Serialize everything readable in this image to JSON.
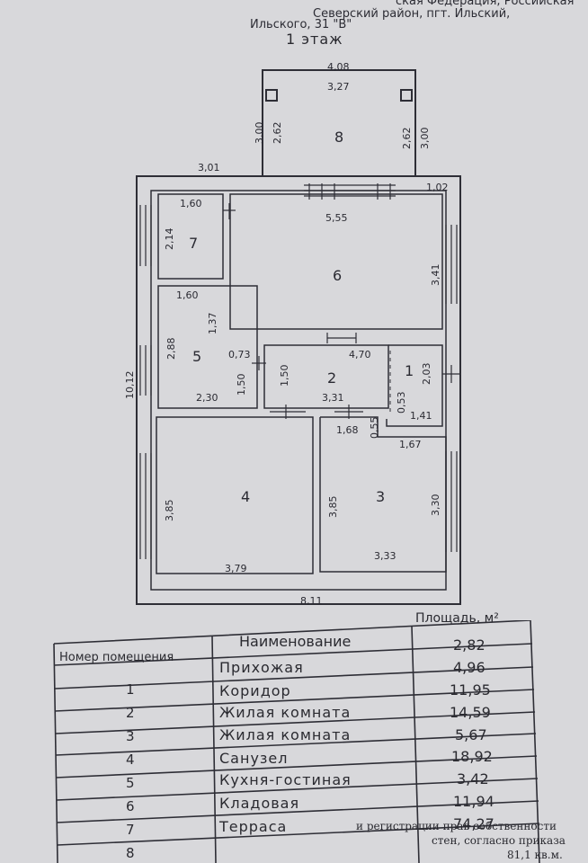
{
  "header": {
    "line1": "ская Федерация, Российская",
    "line2": "Северский район, пгт. Ильский,",
    "line3": "Ильского, 31 \"В\""
  },
  "floor_title": "1 этаж",
  "rooms": {
    "r1": "1",
    "r2": "2",
    "r3": "3",
    "r4": "4",
    "r5": "5",
    "r6": "6",
    "r7": "7",
    "r8": "8"
  },
  "dimensions": {
    "terrace_top_outer": "4,08",
    "terrace_top_inner": "3,27",
    "terrace_left_outer": "3,00",
    "terrace_left_inner": "2,62",
    "terrace_right_inner": "2,62",
    "terrace_right_outer": "3,00",
    "top_left_wall": "3,01",
    "top_right_wall": "1,02",
    "r7_width": "1,60",
    "r7_height": "2,14",
    "r6_width": "5,55",
    "r6_height": "3,41",
    "r5_width_top": "1,60",
    "r5_height": "2,88",
    "r5_partial": "1,37",
    "r5_width_bottom": "2,30",
    "r5_door": "0,73",
    "r5_lower": "1,50",
    "r2_left": "1,50",
    "r2_top": "4,70",
    "r2_bottom": "3,31",
    "r1_height": "2,03",
    "r1_bottom": "1,41",
    "r1_notch": "0,53",
    "notch_width": "1,68",
    "notch_height": "0,55",
    "r3_top_right": "1,67",
    "r4_height": "3,85",
    "r4_width": "3,79",
    "r3_height_left": "3,85",
    "r3_height_right": "3,30",
    "r3_width": "3,33",
    "total_height": "10,12",
    "total_width": "8,11"
  },
  "table": {
    "headers": {
      "number": "Номер помещения",
      "name": "Наименование",
      "area": "Площадь, м²"
    },
    "numbers": [
      "1",
      "2",
      "3",
      "4",
      "5",
      "6",
      "7",
      "8"
    ],
    "names": [
      "Прихожая",
      "Коридор",
      "Жилая комната",
      "Жилая комната",
      "Санузел",
      "Кухня-гостиная",
      "Кладовая",
      "Терраса"
    ],
    "areas": [
      "2,82",
      "4,96",
      "11,95",
      "14,59",
      "5,67",
      "18,92",
      "3,42",
      "11,94",
      "74,27"
    ]
  },
  "footer": {
    "line1": "и регистрации прав собственности",
    "line2": "стен, согласно приказа",
    "line3": "81,1 кв.м."
  },
  "colors": {
    "paper": "#d8d8db",
    "ink": "#2a2a32"
  }
}
